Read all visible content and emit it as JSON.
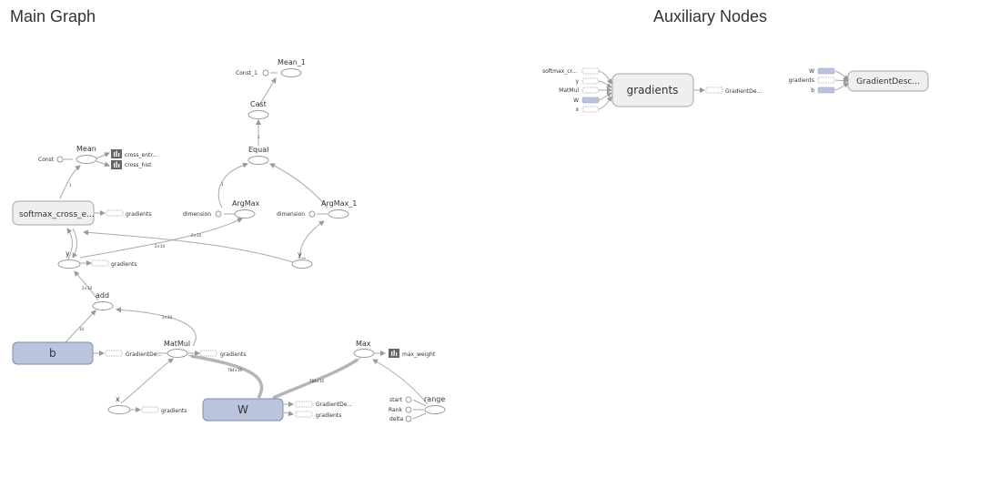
{
  "titles": {
    "main": "Main Graph",
    "aux": "Auxiliary Nodes"
  },
  "nodes": {
    "mean_1": "Mean_1",
    "const_1": "Const_1",
    "cast": "Cast",
    "equal": "Equal",
    "mean": "Mean",
    "const": "Const",
    "cross_entr": "cross_entr...",
    "cross_hist": "cross_hist",
    "softmax": "softmax_cross_e...",
    "gradients": "gradients",
    "argmax": "ArgMax",
    "argmax_1": "ArgMax_1",
    "dimension": "dimension",
    "y": "y",
    "y_": "y_",
    "add": "add",
    "b": "b",
    "gradientde": "GradientDe...",
    "matmul": "MatMul",
    "max": "Max",
    "max_weight": "max_weight",
    "x": "x",
    "W": "W",
    "start": "start",
    "rank": "Rank",
    "delta": "delta",
    "range": "range"
  },
  "aux": {
    "gradients": "gradients",
    "gradientde": "GradientDe...",
    "gradientdesc": "GradientDesc...",
    "inputs": [
      "softmax_cr...",
      "y",
      "MatMul",
      "W",
      "x"
    ],
    "gd_inputs": [
      "W",
      "gradients",
      "b"
    ]
  },
  "colors": {
    "variable": "#bac4dc",
    "op": "#efefef",
    "edge": "#aaaaaa"
  }
}
